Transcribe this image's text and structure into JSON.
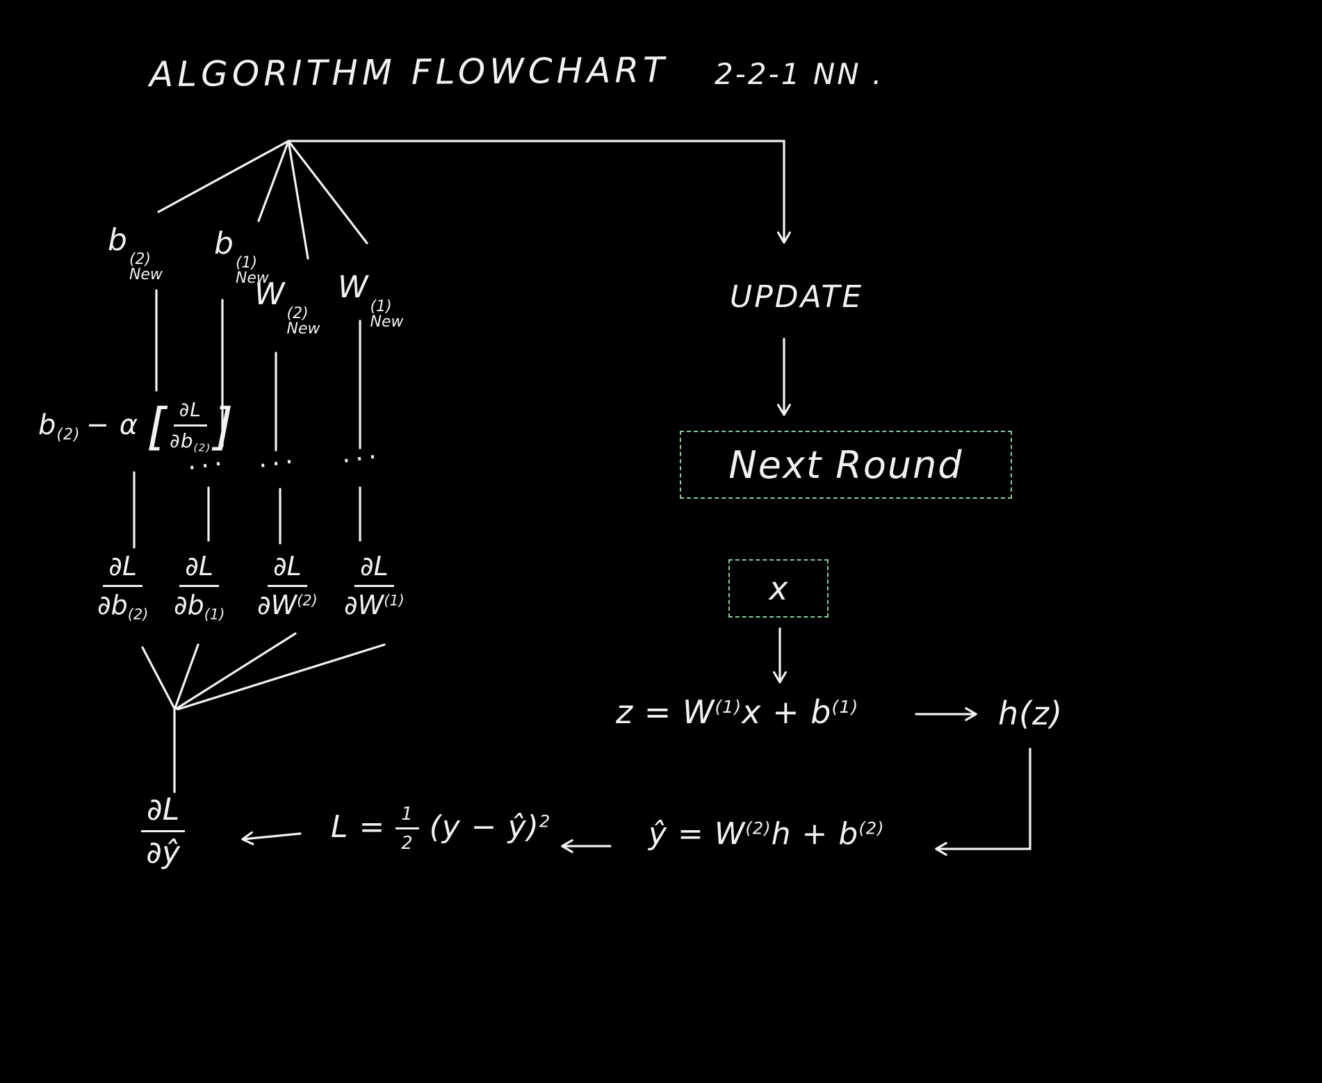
{
  "title": "ALGORITHM FLOWCHART",
  "subtitle": "2-2-1 NN .",
  "ellipsis": "···",
  "params": {
    "b2new": {
      "base": "b",
      "sup": "(2)",
      "sub": "New"
    },
    "b1new": {
      "base": "b",
      "sup": "(1)",
      "sub": "New"
    },
    "w2new": {
      "base": "W",
      "sup": "(2)",
      "sub": "New"
    },
    "w1new": {
      "base": "W",
      "sup": "(1)",
      "sub": "New"
    }
  },
  "update_rule": {
    "base": "b",
    "base_sub": "(2)",
    "op": "− α",
    "lbracket": "[",
    "num": "∂L",
    "den_base": "∂b",
    "den_sub": "(2)",
    "rbracket": "]"
  },
  "gradients": {
    "db2": {
      "num": "∂L",
      "den_base": "∂b",
      "den_mark": "(2)"
    },
    "db1": {
      "num": "∂L",
      "den_base": "∂b",
      "den_mark": "(1)"
    },
    "dw2": {
      "num": "∂L",
      "den_base": "∂W",
      "den_mark": "(2)"
    },
    "dw1": {
      "num": "∂L",
      "den_base": "∂W",
      "den_mark": "(1)"
    }
  },
  "dldy": {
    "num": "∂L",
    "den": "∂ŷ"
  },
  "flow": {
    "update_label": "UPDATE",
    "next_round_label": "Next Round",
    "x_label": "x",
    "z_eq": {
      "pre": "z = W",
      "sup1": "(1)",
      "mid": "x + b",
      "sup2": "(1)"
    },
    "hz_label": "h(z)",
    "yhat_eq": {
      "pre": "ŷ = W",
      "sup1": "(2)",
      "mid": "h + b",
      "sup2": "(2)"
    },
    "loss_eq": {
      "pre": "L =",
      "num": "1",
      "den": "2",
      "post": "(y − ŷ)",
      "sup": "2"
    }
  },
  "colors": {
    "ink": "#f2f2f2",
    "box_outline": "#7fd0a2",
    "background": "#000000"
  }
}
